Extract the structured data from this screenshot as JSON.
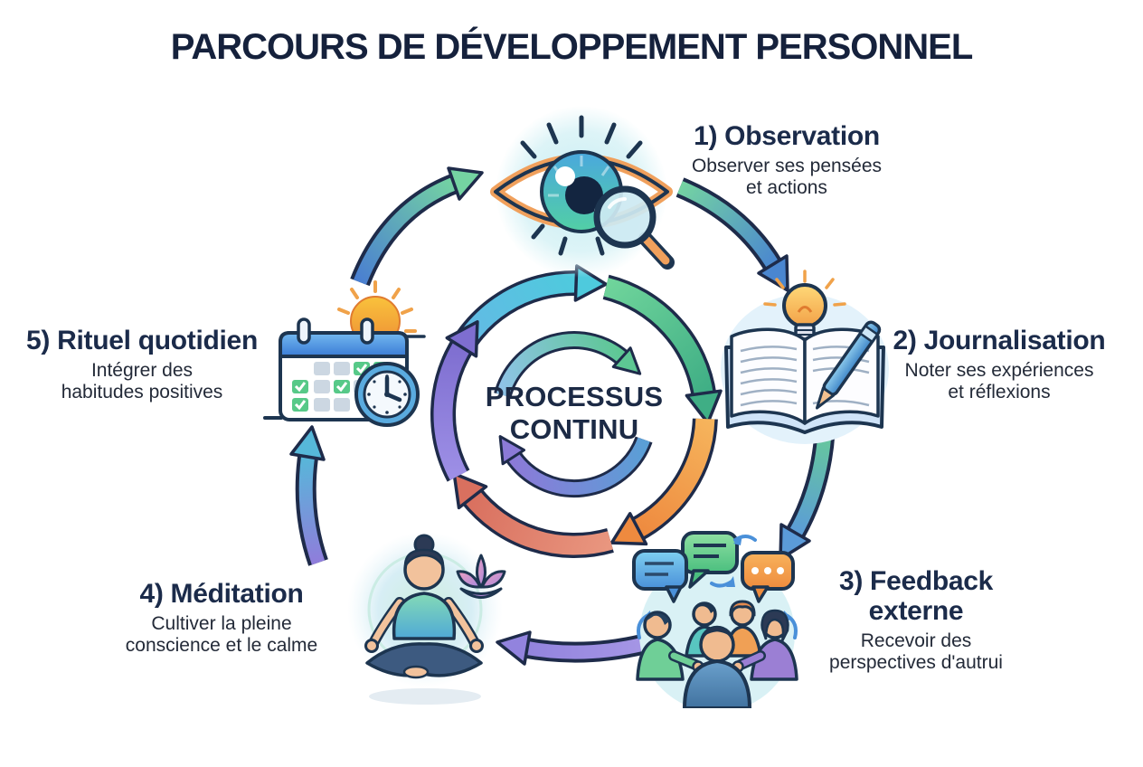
{
  "title": "PARCOURS DE DÉVELOPPEMENT PERSONNEL",
  "center": {
    "line1": "PROCESSUS",
    "line2": "CONTINU",
    "icon": "cycle-arrows-icon"
  },
  "steps": [
    {
      "heading": [
        "1) Observation"
      ],
      "desc": [
        "Observer ses pensées",
        "et actions"
      ],
      "icon": "eye-magnifier-icon"
    },
    {
      "heading": [
        "2) Journalisation"
      ],
      "desc": [
        "Noter ses expériences",
        "et réflexions"
      ],
      "icon": "journal-lightbulb-pen-icon"
    },
    {
      "heading": [
        "3) Feedback",
        "externe"
      ],
      "desc": [
        "Recevoir des",
        "perspectives d'autrui"
      ],
      "icon": "group-discussion-icon"
    },
    {
      "heading": [
        "4) Méditation"
      ],
      "desc": [
        "Cultiver la pleine",
        "conscience et le calme"
      ],
      "icon": "meditating-person-icon"
    },
    {
      "heading": [
        "5) Rituel quotidien"
      ],
      "desc": [
        "Intégrer des",
        "habitudes positives"
      ],
      "icon": "calendar-clock-sun-icon"
    }
  ],
  "colors": {
    "title_text": "#15213c",
    "heading_text": "#1b2b4a",
    "outline": "#1e2b4a",
    "arrow_teal": "#4ecadd",
    "arrow_green": "#5cc98f",
    "arrow_orange": "#f0a24a",
    "arrow_salmon": "#e0806d",
    "arrow_purple": "#8f7ddb",
    "arrow_blue": "#4a90d9",
    "glow_cyan": "#d9f1f5"
  }
}
